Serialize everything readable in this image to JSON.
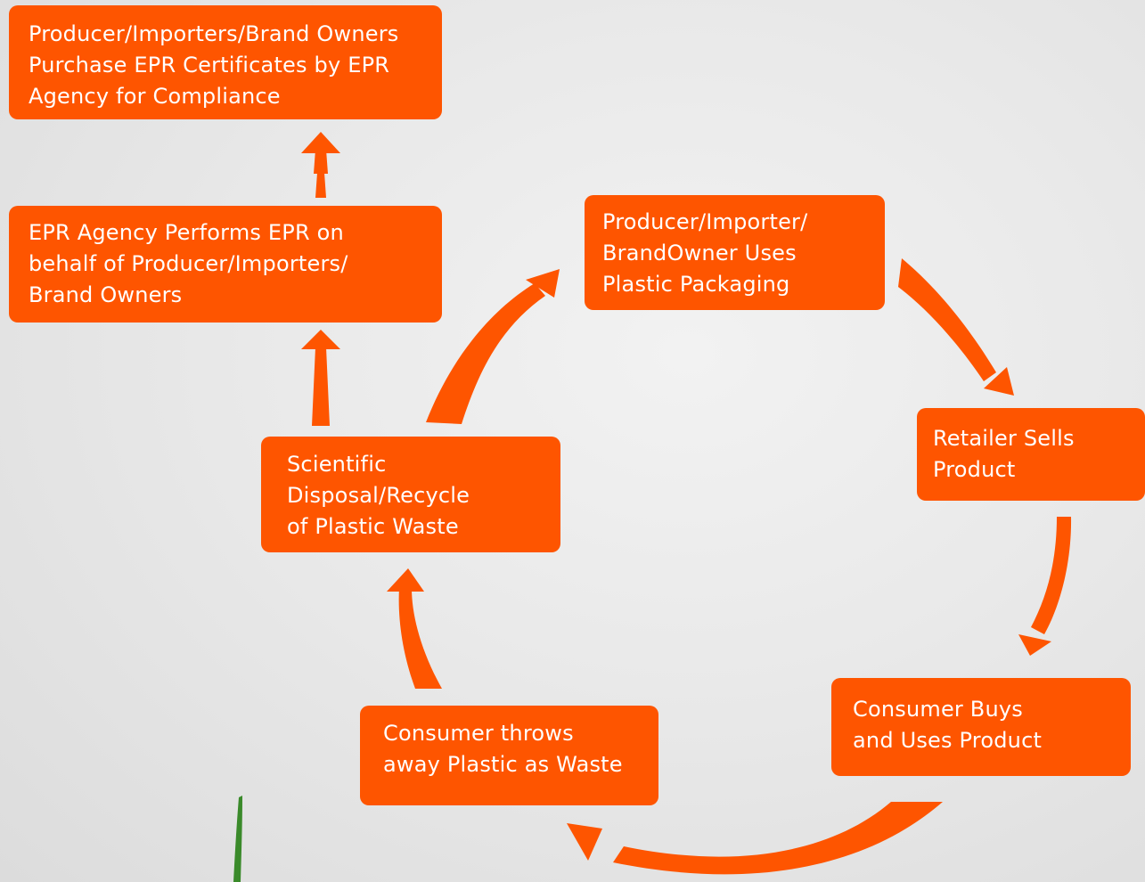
{
  "diagram": {
    "colors": {
      "box": "#fe5500",
      "arrow": "#fe5500",
      "text": "#ffffff",
      "plant": "#3a8a2a"
    },
    "nodes": {
      "purchase": {
        "lines": [
          "Producer/Importers/Brand Owners",
          "Purchase EPR Certificates by EPR",
          "Agency for Compliance"
        ]
      },
      "agency": {
        "lines": [
          "EPR Agency Performs EPR on",
          "behalf of Producer/Importers/",
          "Brand Owners"
        ]
      },
      "producer": {
        "lines": [
          "Producer/Importer/",
          "BrandOwner Uses",
          "Plastic Packaging"
        ]
      },
      "retailer": {
        "lines": [
          "Retailer Sells",
          "Product"
        ]
      },
      "consumer_buys": {
        "lines": [
          "Consumer Buys",
          "and Uses Product"
        ]
      },
      "throws": {
        "lines": [
          "Consumer throws",
          "away Plastic as Waste"
        ]
      },
      "scientific": {
        "lines": [
          "Scientific",
          "Disposal/Recycle",
          "of Plastic Waste"
        ]
      }
    }
  }
}
